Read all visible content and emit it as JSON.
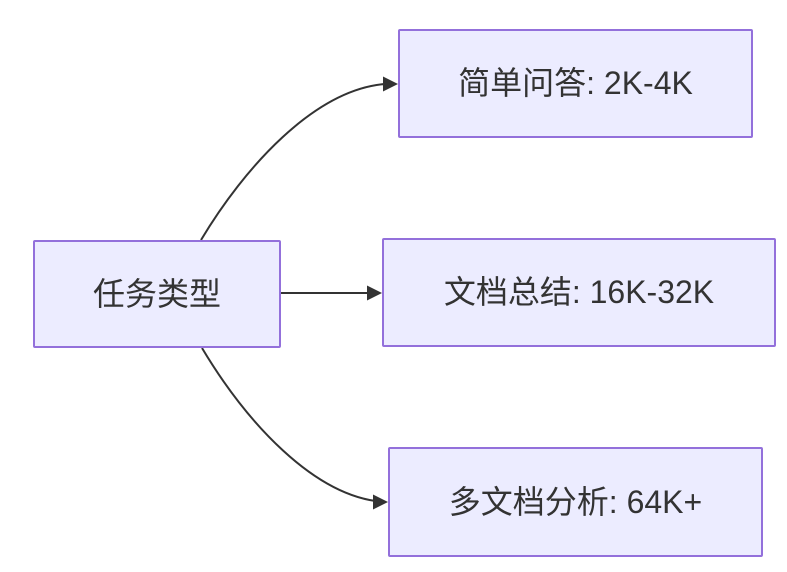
{
  "diagram": {
    "type": "flowchart-lr",
    "root": {
      "id": "root",
      "label": "任务类型"
    },
    "nodes": [
      {
        "id": "simple-qa",
        "label": "简单问答: 2K-4K"
      },
      {
        "id": "doc-summary",
        "label": "文档总结: 16K-32K"
      },
      {
        "id": "multidoc-analysis",
        "label": "多文档分析: 64K+"
      }
    ],
    "edges": [
      {
        "from": "任务类型",
        "to": "简单问答: 2K-4K",
        "style": "curved-up"
      },
      {
        "from": "任务类型",
        "to": "文档总结: 16K-32K",
        "style": "straight"
      },
      {
        "from": "任务类型",
        "to": "多文档分析: 64K+",
        "style": "curved-down"
      }
    ],
    "colors": {
      "background": "#FFFFFF",
      "node_fill": "#ECECFF",
      "node_border": "#9370DB",
      "edge": "#333333",
      "text": "#333333"
    }
  }
}
